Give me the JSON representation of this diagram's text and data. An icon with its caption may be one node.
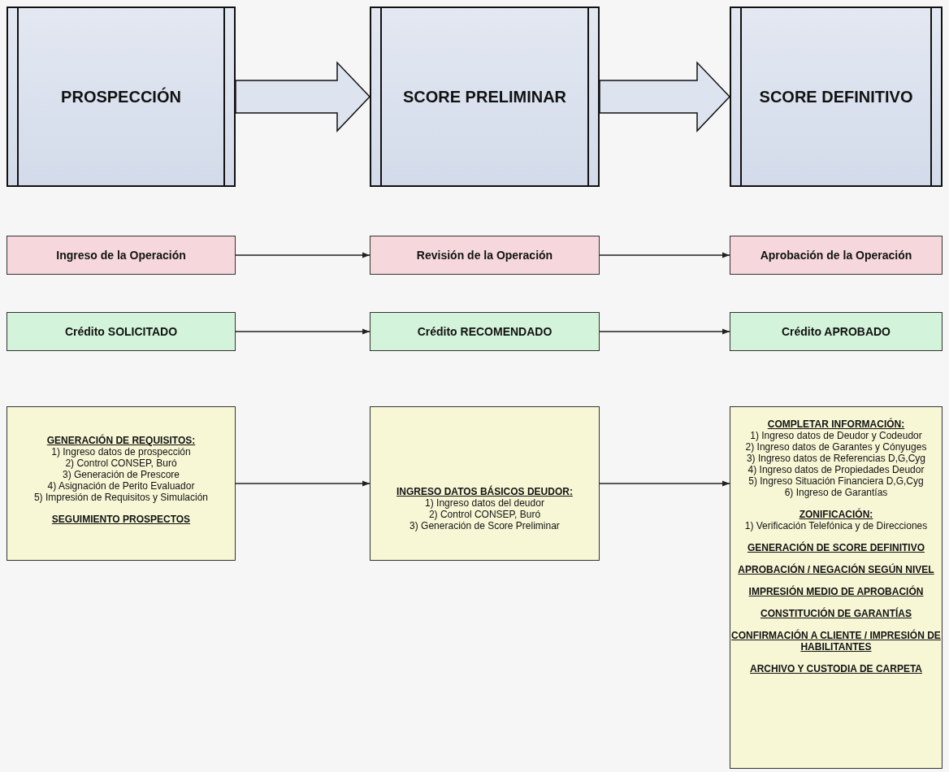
{
  "diagram": {
    "nodes": [
      {
        "text": [
          "PROSPECCIÓN"
        ]
      },
      {
        "text": [
          "SCORE PRELIMINAR"
        ]
      },
      {
        "text": [
          "SCORE DEFINITIVO"
        ]
      },
      {
        "text": [
          "Ingreso de la Operación"
        ]
      },
      {
        "text": [
          "Revisión de la Operación"
        ]
      },
      {
        "text": [
          "Aprobación de la Operación"
        ]
      },
      {
        "text": [
          "Crédito SOLICITADO"
        ]
      },
      {
        "text": [
          "Crédito RECOMENDADO"
        ]
      },
      {
        "text": [
          "Crédito APROBADO"
        ]
      },
      {
        "text": [
          "GENERACIÓN DE REQUISITOS:",
          "1) Ingreso datos de prospección",
          "2) Control CONSEP, Buró",
          "3) Generación de Prescore",
          "4) Asignación de Perito Evaluador",
          "5) Impresión de Requisitos y Simulación",
          "SEGUIMIENTO PROSPECTOS"
        ]
      },
      {
        "text": [
          "INGRESO DATOS BÁSICOS DEUDOR:",
          "1) Ingreso datos del deudor",
          "2) Control CONSEP, Buró",
          "3) Generación de Score Preliminar"
        ]
      },
      {
        "text": [
          "COMPLETAR INFORMACIÓN:",
          "1) Ingreso datos de Deudor y Codeudor",
          "2) Ingreso datos de Garantes y Cónyuges",
          "3) Ingreso datos de Referencias D,G,Cyg",
          "4) Ingreso datos de Propiedades Deudor",
          "5) Ingreso Situación Financiera D,G,Cyg",
          "6) Ingreso de Garantías",
          "ZONIFICACIÓN:",
          "1) Verificación Telefónica y de Direcciones",
          "GENERACIÓN DE SCORE DEFINITIVO",
          "APROBACIÓN / NEGACIÓN SEGÚN NIVEL",
          "IMPRESIÓN MEDIO DE APROBACIÓN",
          "CONSTITUCIÓN DE GARANTÍAS",
          "CONFIRMACIÓN A CLIENTE / IMPRESIÓN DE HABILITANTES",
          "ARCHIVO Y CUSTODIA DE CARPETA"
        ]
      }
    ],
    "edges": [
      {
        "from": 0,
        "to": 1,
        "arrow": "to",
        "style": "thick"
      },
      {
        "from": 1,
        "to": 2,
        "arrow": "to",
        "style": "thick"
      },
      {
        "from": 3,
        "to": 4,
        "arrow": "to"
      },
      {
        "from": 4,
        "to": 5,
        "arrow": "to"
      },
      {
        "from": 6,
        "to": 7,
        "arrow": "to"
      },
      {
        "from": 7,
        "to": 8,
        "arrow": "to"
      },
      {
        "from": 9,
        "to": 10,
        "arrow": "to"
      },
      {
        "from": 10,
        "to": 11,
        "arrow": "to"
      }
    ]
  }
}
